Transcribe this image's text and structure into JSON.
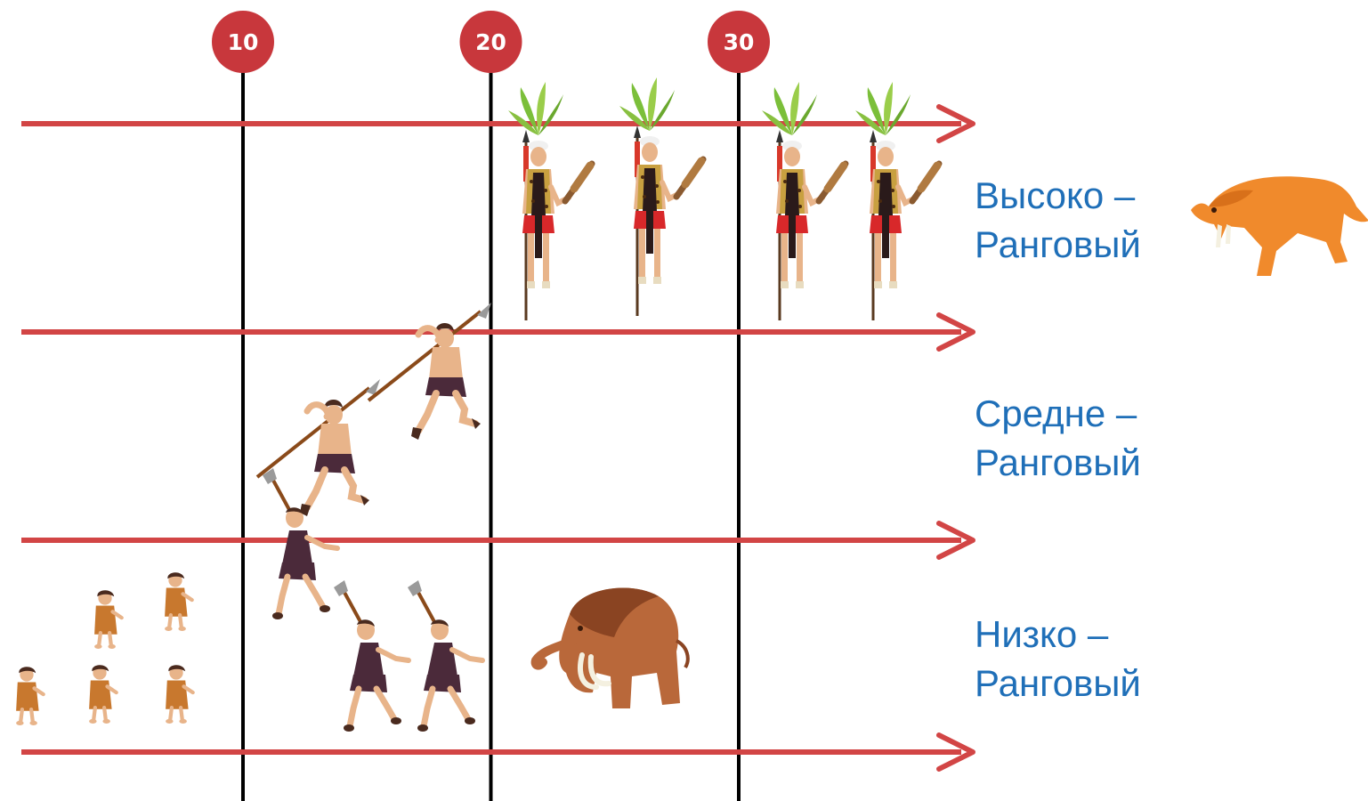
{
  "markers": [
    {
      "label": "10",
      "value": 10
    },
    {
      "label": "20",
      "value": 20
    },
    {
      "label": "30",
      "value": 30
    }
  ],
  "tiers": [
    {
      "line1": "Высоко –",
      "line2": "Ранговый",
      "figure": "chief-warrior-icon",
      "count": 4,
      "animal": "sabertooth-tiger-icon"
    },
    {
      "line1": "Средне –",
      "line2": "Ранговый",
      "figure": "spear-hunter-icon",
      "count": 2
    },
    {
      "line1": "Низко –",
      "line2": "Ранговый",
      "figure": "axe-caveman-icon",
      "count": 3,
      "small_figures": 5,
      "animal": "mammoth-icon"
    }
  ],
  "colors": {
    "arrow": "#d24545",
    "marker": "#c8373c",
    "vline": "#000000",
    "label": "#1f6fb8",
    "skin": "#e8b48a",
    "hair": "#4a2a1e",
    "loincloth": "#4b2a3a",
    "tiger": "#f08a2c",
    "mammoth": "#b9683a",
    "mammoth_mane": "#8a4422"
  }
}
